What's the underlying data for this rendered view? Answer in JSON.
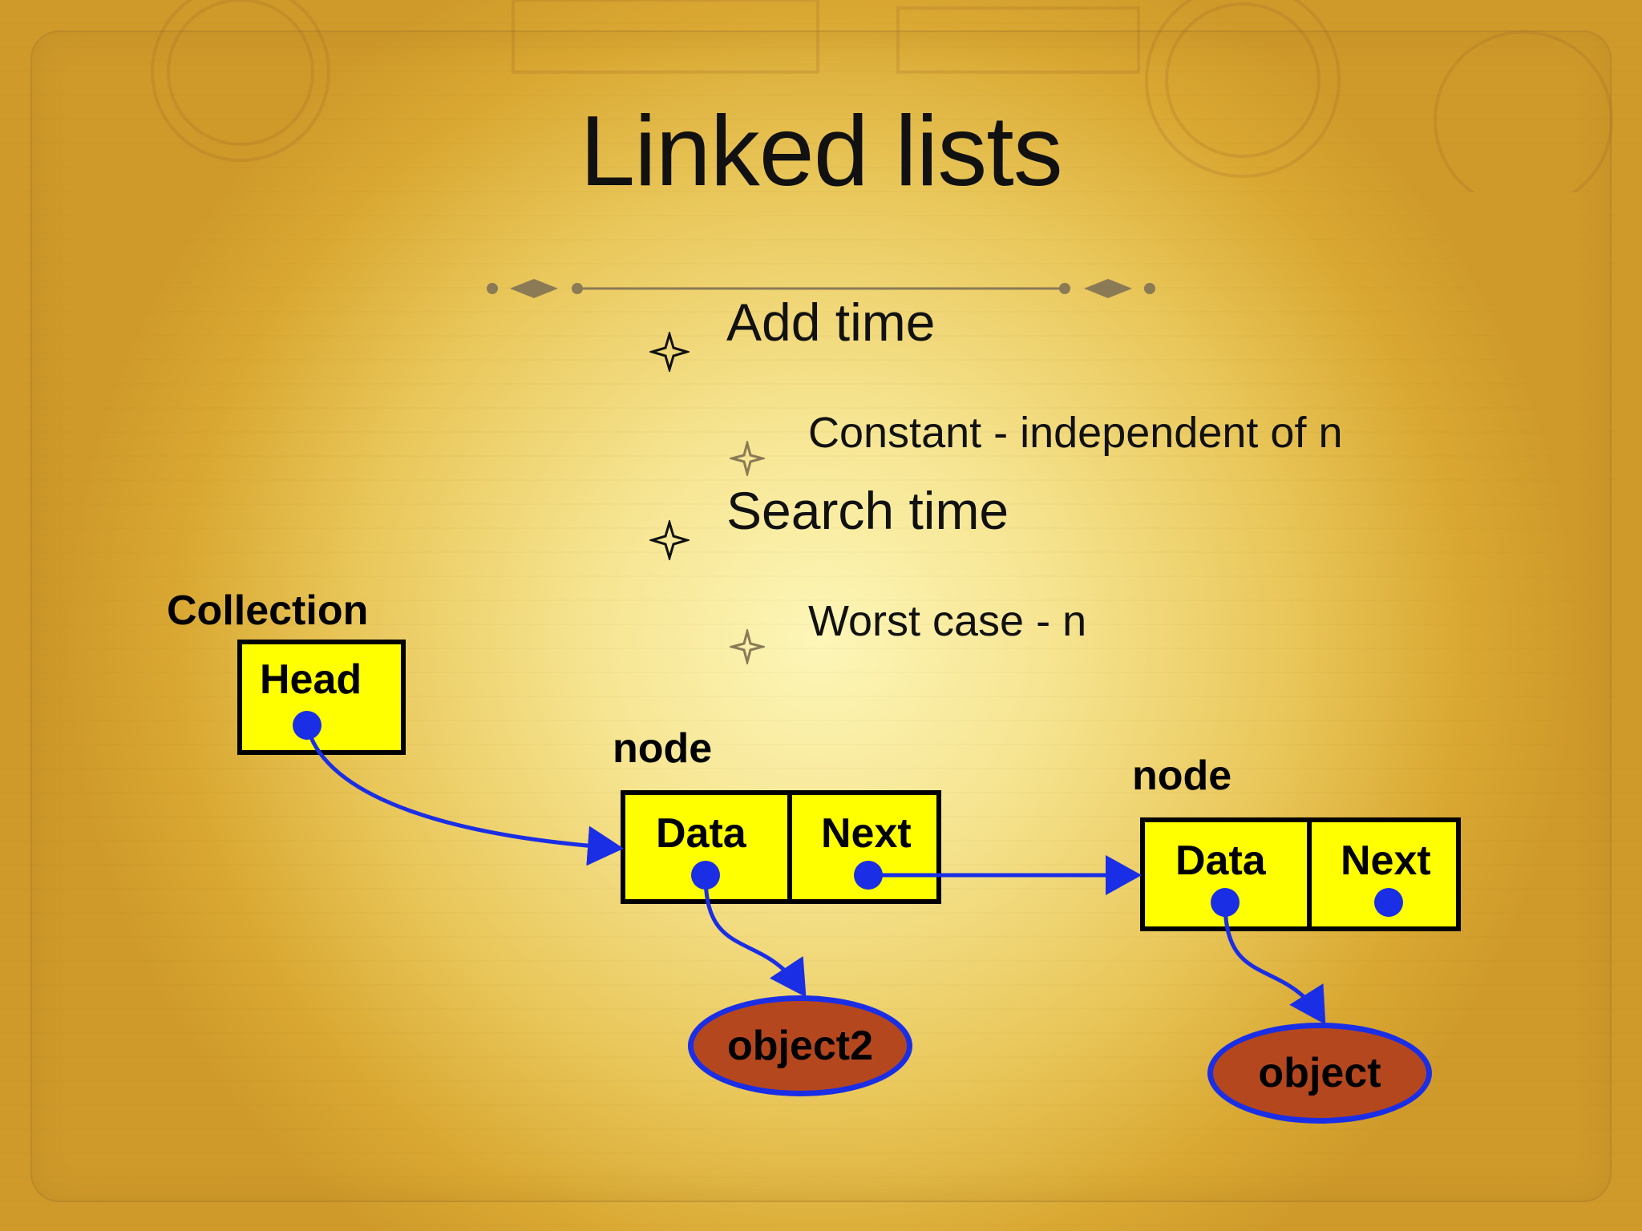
{
  "slide": {
    "title": "Linked lists",
    "bullets": [
      {
        "level": 1,
        "text": "Add time"
      },
      {
        "level": 2,
        "text": "Constant - independent of n"
      },
      {
        "level": 1,
        "text": "Search time"
      },
      {
        "level": 2,
        "text": "Worst case - n"
      }
    ]
  },
  "diagram": {
    "collection_label": "Collection",
    "head_label": "Head",
    "node1": {
      "label": "node",
      "data": "Data",
      "next": "Next",
      "object": "object2"
    },
    "node2": {
      "label": "node",
      "data": "Data",
      "next": "Next",
      "object": "object"
    }
  },
  "colors": {
    "box_fill": "#ffff00",
    "pointer_blue": "#1a2ee6",
    "object_fill": "#b5471f",
    "background_light": "#fdf6b8",
    "background_dark": "#cf9a2a"
  }
}
